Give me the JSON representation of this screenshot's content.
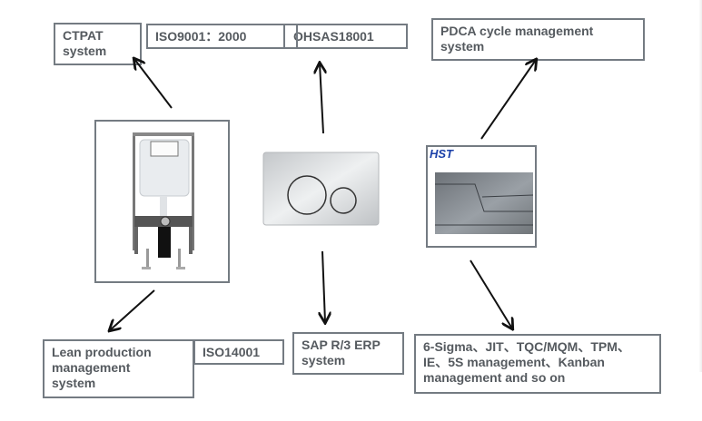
{
  "diagram": {
    "boxes": {
      "ctpat": "CTPAT\nsystem",
      "iso9001": "ISO9001：2000",
      "ohsas": "OHSAS18001",
      "pdca": "PDCA cycle management\nsystem",
      "lean": "Lean production\nmanagement\nsystem",
      "iso14001": "ISO14001",
      "sap": "SAP R/3 ERP\nsystem",
      "sigma": "6-Sigma、JIT、TQC/MQM、TPM、\nIE、5S management、Kanban\nmanagement and so on"
    },
    "products": {
      "cistern_frame": "concealed-cistern-frame",
      "round_flush_plate": "round-button-flush-plate",
      "hst_flush_plate": "hst-flush-plate",
      "hst_brand": "HST"
    },
    "colors": {
      "border": "#747b82",
      "text": "#555a5f",
      "arrow": "#111111",
      "brand": "#1a3fa8"
    }
  }
}
